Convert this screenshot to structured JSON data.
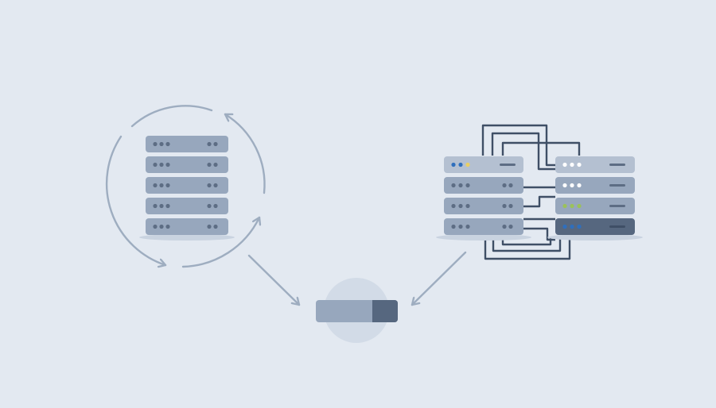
{
  "colors": {
    "background": "#e3e9f1",
    "server_unit": "#97a7bd",
    "server_unit_light": "#b4c0d1",
    "server_unit_dark": "#56677f",
    "dot": "#5d6d84",
    "cable": "#3f4f66",
    "arrow": "#9eadc0",
    "halo": "#d2dbe7",
    "led_blue": "#2f6fbd",
    "led_yellow": "#e9cf63",
    "led_green": "#9bc25a",
    "led_white": "#ffffff"
  },
  "icons": {
    "left_group": "server-stack-icon",
    "left_cycle": "cycle-arrows-icon",
    "center": "storage-drive-icon",
    "right_group": "networked-servers-icon",
    "flow": "arrow-icon"
  },
  "left_stack": {
    "units": 5
  },
  "right_stack_a": {
    "units": 4,
    "top_led_colors": [
      "led_blue",
      "led_blue",
      "led_yellow"
    ]
  },
  "right_stack_b": {
    "units": 4,
    "led_rows": [
      [
        "led_white",
        "led_white",
        "led_white"
      ],
      [
        "led_white",
        "led_white",
        "led_white"
      ],
      [
        "led_green",
        "led_green",
        "led_green"
      ],
      [
        "led_blue",
        "led_blue",
        "led_blue"
      ]
    ],
    "dark_unit_index": 3
  }
}
